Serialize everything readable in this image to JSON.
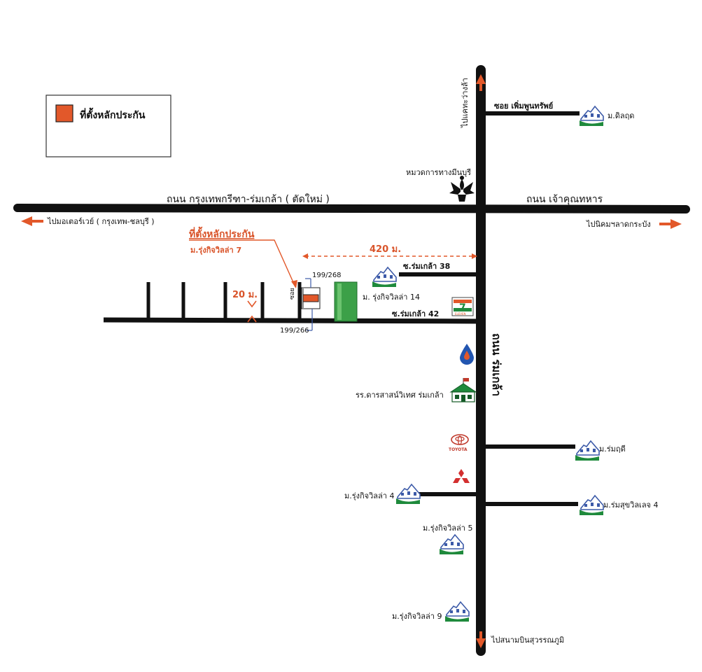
{
  "legend": {
    "label": "ที่ตั้งหลักประกัน"
  },
  "roads": {
    "main_west": "ถนน กรุงเทพกรีฑา-ร่มเกล้า ( ตัดใหม่ )",
    "main_east": "ถนน เจ้าคุณทหาร",
    "vertical": "ถนน ร่มเกล้า",
    "soi_top": "ซอย เพิ่มพูนทรัพย์",
    "soi_38": "ซ.ร่มเกล้า 38",
    "soi_42": "ซ.ร่มเกล้า 42"
  },
  "directions": {
    "north": "ไปแคทะว่างล้า",
    "west": "ไปมอเตอร์เวย์ ( กรุงเทพ-ชลบุรี )",
    "east": "ไปนิคมฯลาดกระบัง",
    "south": "ไปสนามบินสุวรรณภูมิ"
  },
  "collateral": {
    "title": "ที่ตั้งหลักประกัน",
    "subtitle": "ม.รุ่งกิจวิลล่า 7",
    "house_no_top": "199/268",
    "house_no_bottom": "199/266",
    "side_soi": "ซอย"
  },
  "distances": {
    "to_main_road": "420 ม.",
    "to_soi": "20 ม."
  },
  "landmarks": {
    "district_office": "หมวดการทางมีนบุรี",
    "school": "รร.ดารสาสน์วิเทศ ร่มเกล้า",
    "seven_eleven": "ELEVEN",
    "toyota": "TOYOTA"
  },
  "villages": {
    "top_right": "ม.ดิลฤด",
    "rungkit_14": "ม. รุ่งกิจวิลล่า 14",
    "romruedee": "ม.ร่มฤดี",
    "rungkit_4": "ม.รุ่งกิจวิลล่า 4",
    "romsuk_4": "ม.ร่มสุขวิลเลจ 4",
    "rungkit_5": "ม.รุ่งกิจวิลล่า 5",
    "rungkit_9": "ม.รุ่งกิจวิลล่า 9"
  },
  "colors": {
    "road": "#111111",
    "accent": "#e2582a",
    "house_green": "#1f8a3c",
    "house_blue": "#3c5aa8",
    "building_green": "#3ca048"
  }
}
